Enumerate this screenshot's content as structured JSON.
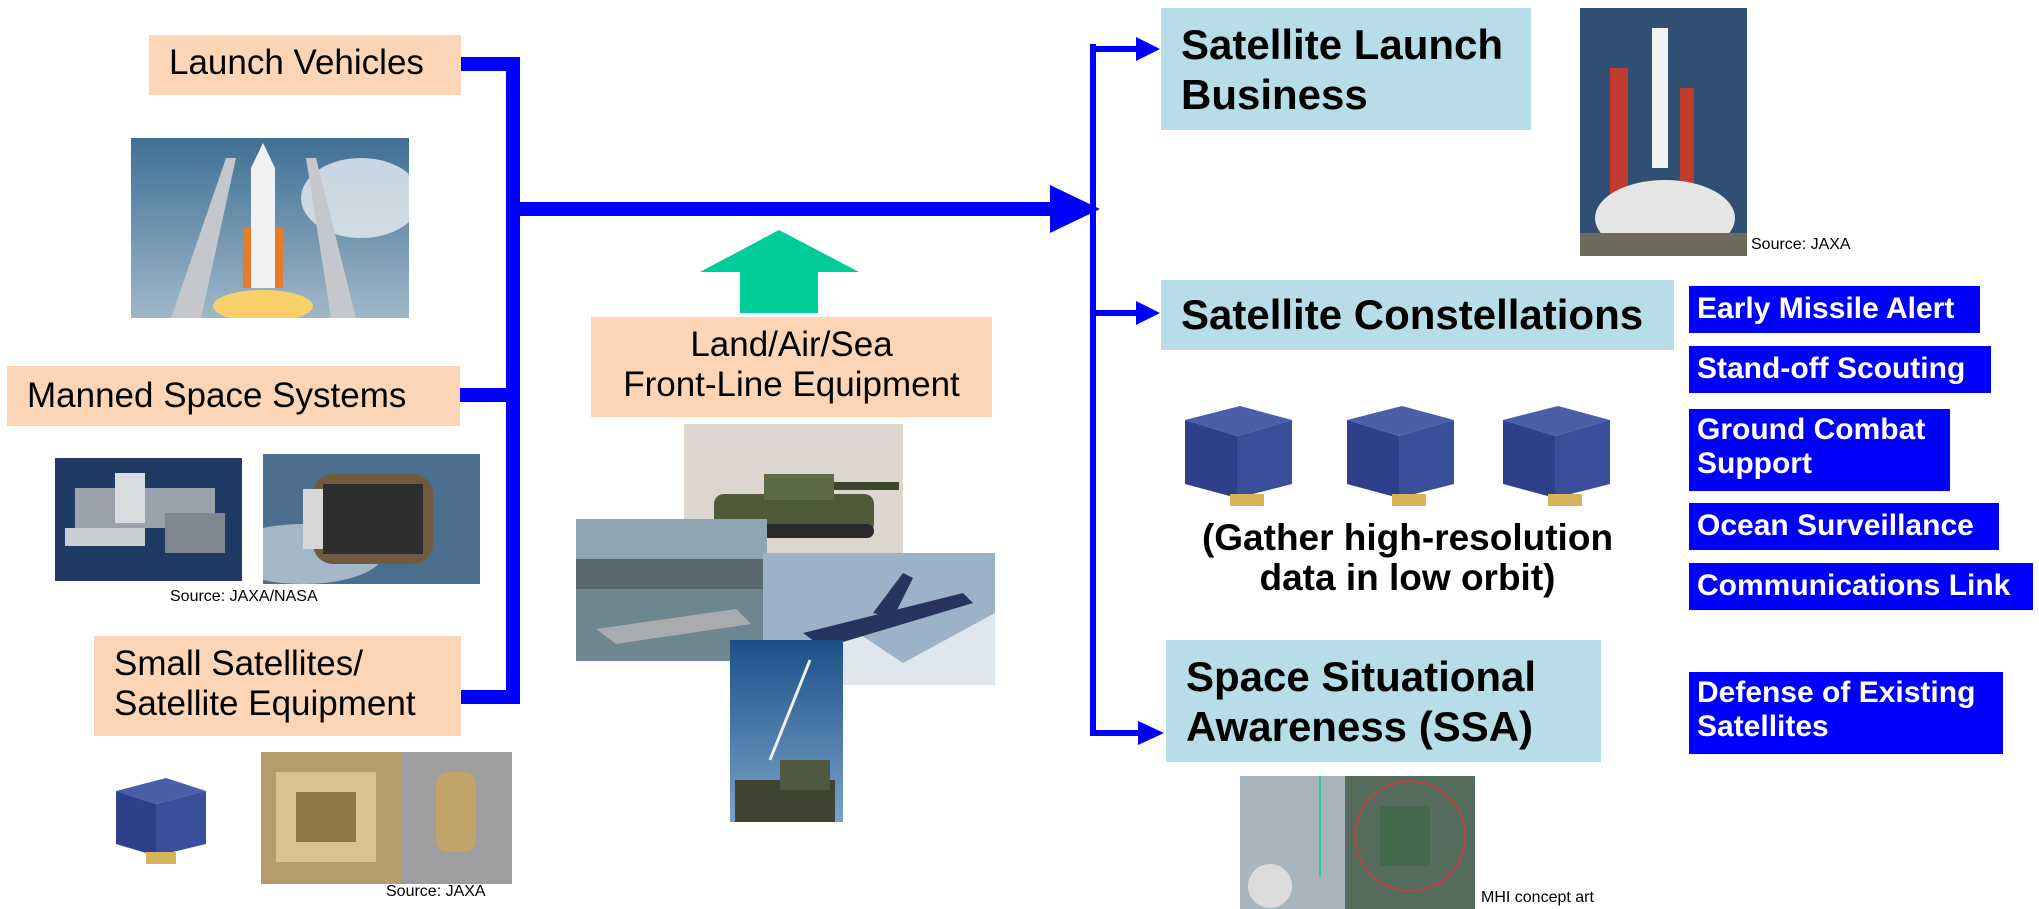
{
  "left": {
    "launch_vehicles": "Launch Vehicles",
    "manned_space": "Manned Space Systems",
    "manned_source": "Source: JAXA/NASA",
    "small_sat_line1": "Small Satellites/",
    "small_sat_line2": "Satellite Equipment",
    "small_sat_source": "Source: JAXA"
  },
  "center": {
    "frontline_line1": "Land/Air/Sea",
    "frontline_line2": "Front-Line Equipment"
  },
  "right": {
    "launch_business_line1": "Satellite Launch",
    "launch_business_line2": "Business",
    "launch_source": "Source: JAXA",
    "constellations": "Satellite Constellations",
    "gather_line1": "(Gather high-resolution",
    "gather_line2": "data in low orbit)",
    "ssa_line1": "Space Situational",
    "ssa_line2": "Awareness (SSA)",
    "ssa_source": "MHI concept art"
  },
  "applications": {
    "early_missile": "Early Missile Alert",
    "standoff": "Stand-off Scouting",
    "ground_combat_line1": "Ground Combat",
    "ground_combat_line2": "Support",
    "ocean": "Ocean Surveillance",
    "comms": "Communications Link",
    "defense_line1": "Defense of Existing",
    "defense_line2": "Satellites"
  },
  "colors": {
    "connector": "#0000ff",
    "up_arrow": "#00cc99",
    "input_box": "#fbd5b5",
    "business_box": "#b7dde8",
    "application_box": "#0000ff"
  }
}
